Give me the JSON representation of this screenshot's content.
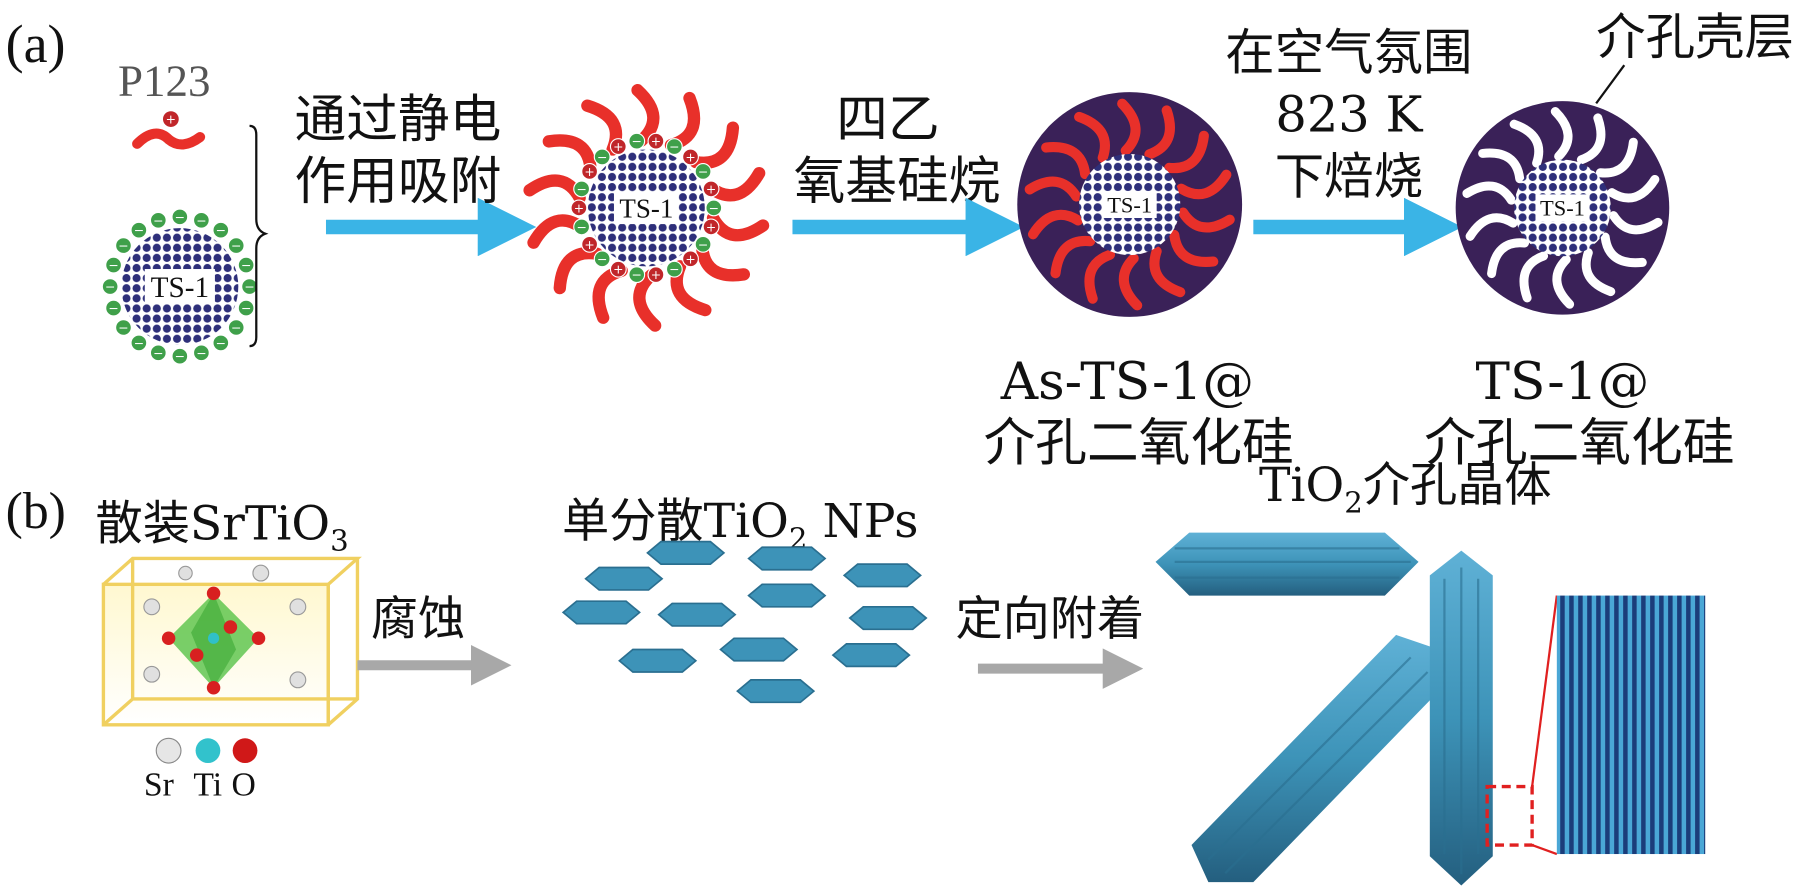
{
  "panel_a": {
    "label": "(a)",
    "p123": "P123",
    "core_label": "TS-1",
    "step1": [
      "通过静电",
      "作用吸附"
    ],
    "step2": [
      "四乙",
      "氧基硅烷"
    ],
    "step3": [
      "在空气氛围",
      "823 K",
      "下焙烧"
    ],
    "shell_label": "介孔壳层",
    "product1": [
      "As-TS-1@",
      "介孔二氧化硅"
    ],
    "product2": [
      "TS-1@",
      "介孔二氧化硅"
    ]
  },
  "panel_b": {
    "label": "(b)",
    "bulk": "散装SrTiO",
    "bulk_sub": "3",
    "legend": [
      "Sr",
      "Ti",
      "O"
    ],
    "step1": "腐蚀",
    "nps": "单分散TiO",
    "nps_sub": "2",
    "nps_suffix": " NPs",
    "step2": "定向附着",
    "crystal": "TiO",
    "crystal_sub": "2",
    "crystal_suffix": "介孔晶体"
  },
  "colors": {
    "arrow_blue": "#3ab4e6",
    "arrow_gray": "#a8a8a8",
    "tail_red": "#e8302a",
    "shell_purple": "#3a2158",
    "core_navy": "#2e2f7a",
    "bead_green": "#3fa04a",
    "tio2_blue": "#3d93b8"
  }
}
